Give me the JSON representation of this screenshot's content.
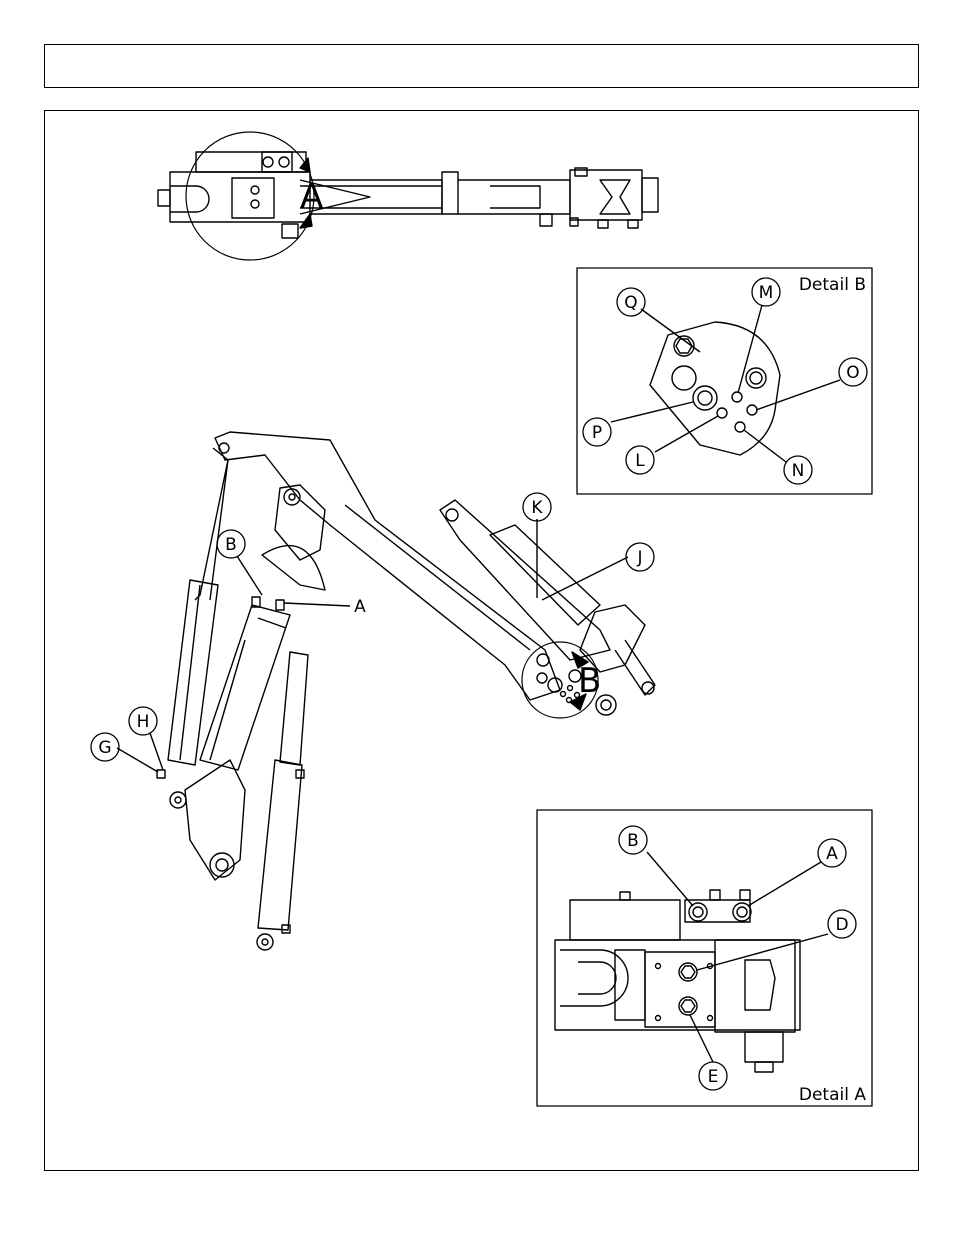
{
  "header": {
    "title": ""
  },
  "detail_b": {
    "title": "Detail B"
  },
  "detail_a": {
    "title": "Detail A"
  },
  "markers": {
    "a": "A",
    "b": "B"
  },
  "callouts": {
    "q": "Q",
    "m": "M",
    "o": "O",
    "p": "P",
    "l": "L",
    "n": "N",
    "k": "K",
    "j": "J",
    "b_main": "B",
    "a_main": "A",
    "h": "H",
    "g": "G",
    "b_detail": "B",
    "a_detail": "A",
    "d": "D",
    "e": "E"
  }
}
